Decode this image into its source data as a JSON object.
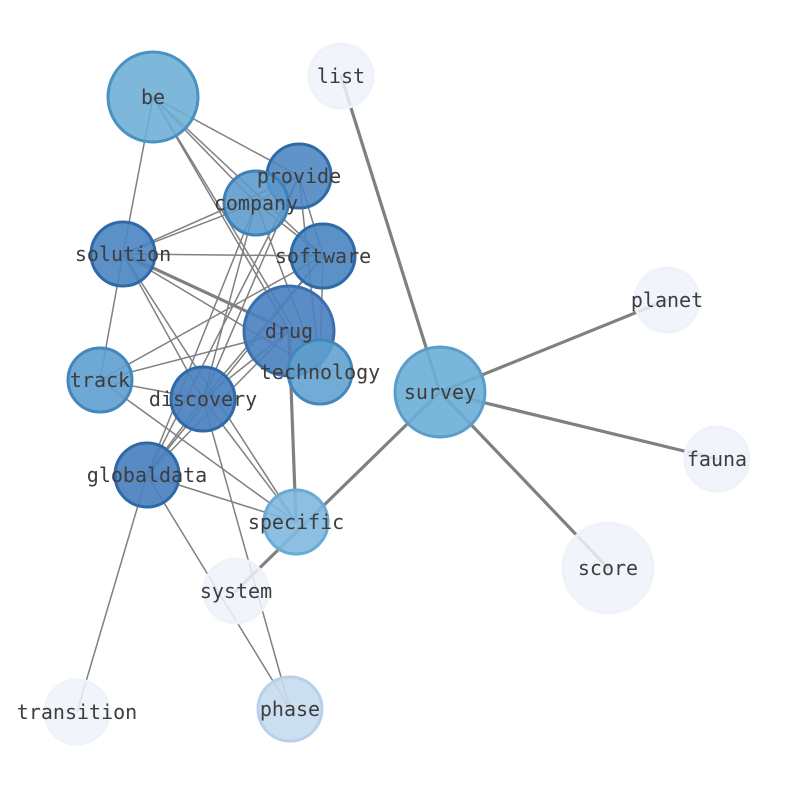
{
  "colors": {
    "edge": "#808080",
    "label": "#3d3d3d"
  },
  "nodes": [
    {
      "id": "be",
      "label": "be",
      "fill": "#6baed6",
      "stroke": "#4a92c2",
      "opacity": 0.88
    },
    {
      "id": "list",
      "label": "list",
      "fill": "#eef3fa",
      "stroke": "#eef3fa",
      "opacity": 0.85
    },
    {
      "id": "provide",
      "label": "provide",
      "fill": "#4a85c2",
      "stroke": "#2f6aa8",
      "opacity": 0.88
    },
    {
      "id": "company",
      "label": "company",
      "fill": "#5a9acb",
      "stroke": "#3f80b8",
      "opacity": 0.88
    },
    {
      "id": "solution",
      "label": "solution",
      "fill": "#4a85c2",
      "stroke": "#2f6aa8",
      "opacity": 0.9
    },
    {
      "id": "software",
      "label": "software",
      "fill": "#4a85c2",
      "stroke": "#2f6aa8",
      "opacity": 0.9
    },
    {
      "id": "planet",
      "label": "planet",
      "fill": "#eef3fa",
      "stroke": "#eef3fa",
      "opacity": 0.85
    },
    {
      "id": "drug",
      "label": "drug",
      "fill": "#4a80bf",
      "stroke": "#3a70ad",
      "opacity": 0.9
    },
    {
      "id": "technology",
      "label": "technology",
      "fill": "#5e9fcf",
      "stroke": "#4487bd",
      "opacity": 0.88
    },
    {
      "id": "track",
      "label": "track",
      "fill": "#5e9fcf",
      "stroke": "#4487bd",
      "opacity": 0.9
    },
    {
      "id": "survey",
      "label": "survey",
      "fill": "#6baed6",
      "stroke": "#5b9ecb",
      "opacity": 0.9
    },
    {
      "id": "discovery",
      "label": "discovery",
      "fill": "#4a80bf",
      "stroke": "#2f6aa8",
      "opacity": 0.92
    },
    {
      "id": "fauna",
      "label": "fauna",
      "fill": "#eef3fa",
      "stroke": "#eef3fa",
      "opacity": 0.85
    },
    {
      "id": "globaldata",
      "label": "globaldata",
      "fill": "#4a80bf",
      "stroke": "#2f6aa8",
      "opacity": 0.92
    },
    {
      "id": "specific",
      "label": "specific",
      "fill": "#7fb8de",
      "stroke": "#6aaad6",
      "opacity": 0.9
    },
    {
      "id": "score",
      "label": "score",
      "fill": "#eef3fa",
      "stroke": "#eef3fa",
      "opacity": 0.85
    },
    {
      "id": "system",
      "label": "system",
      "fill": "#eef3fa",
      "stroke": "#eef3fa",
      "opacity": 0.85
    },
    {
      "id": "transition",
      "label": "transition",
      "fill": "#eef3fa",
      "stroke": "#eef3fa",
      "opacity": 0.85
    },
    {
      "id": "phase",
      "label": "phase",
      "fill": "#c6dbef",
      "stroke": "#b8d1ea",
      "opacity": 0.9
    }
  ],
  "edges": [
    {
      "source": "be",
      "target": "provide",
      "weight": 1
    },
    {
      "source": "be",
      "target": "company",
      "weight": 1
    },
    {
      "source": "be",
      "target": "software",
      "weight": 1
    },
    {
      "source": "be",
      "target": "solution",
      "weight": 1
    },
    {
      "source": "be",
      "target": "technology",
      "weight": 1
    },
    {
      "source": "be",
      "target": "drug",
      "weight": 1
    },
    {
      "source": "provide",
      "target": "company",
      "weight": 1
    },
    {
      "source": "provide",
      "target": "software",
      "weight": 1
    },
    {
      "source": "provide",
      "target": "solution",
      "weight": 1
    },
    {
      "source": "provide",
      "target": "technology",
      "weight": 1
    },
    {
      "source": "provide",
      "target": "discovery",
      "weight": 1
    },
    {
      "source": "provide",
      "target": "globaldata",
      "weight": 1
    },
    {
      "source": "company",
      "target": "solution",
      "weight": 1
    },
    {
      "source": "company",
      "target": "software",
      "weight": 1
    },
    {
      "source": "company",
      "target": "technology",
      "weight": 1
    },
    {
      "source": "company",
      "target": "discovery",
      "weight": 1
    },
    {
      "source": "company",
      "target": "globaldata",
      "weight": 1
    },
    {
      "source": "solution",
      "target": "software",
      "weight": 1
    },
    {
      "source": "solution",
      "target": "drug",
      "weight": 2
    },
    {
      "source": "solution",
      "target": "technology",
      "weight": 1
    },
    {
      "source": "solution",
      "target": "track",
      "weight": 1
    },
    {
      "source": "solution",
      "target": "discovery",
      "weight": 1
    },
    {
      "source": "solution",
      "target": "specific",
      "weight": 1
    },
    {
      "source": "software",
      "target": "track",
      "weight": 1
    },
    {
      "source": "software",
      "target": "discovery",
      "weight": 1
    },
    {
      "source": "software",
      "target": "globaldata",
      "weight": 1
    },
    {
      "source": "software",
      "target": "technology",
      "weight": 1
    },
    {
      "source": "drug",
      "target": "discovery",
      "weight": 1
    },
    {
      "source": "drug",
      "target": "track",
      "weight": 1
    },
    {
      "source": "drug",
      "target": "globaldata",
      "weight": 1
    },
    {
      "source": "drug",
      "target": "specific",
      "weight": 2
    },
    {
      "source": "track",
      "target": "discovery",
      "weight": 1
    },
    {
      "source": "track",
      "target": "specific",
      "weight": 1
    },
    {
      "source": "discovery",
      "target": "globaldata",
      "weight": 1
    },
    {
      "source": "discovery",
      "target": "specific",
      "weight": 1
    },
    {
      "source": "discovery",
      "target": "phase",
      "weight": 1
    },
    {
      "source": "globaldata",
      "target": "specific",
      "weight": 1
    },
    {
      "source": "globaldata",
      "target": "phase",
      "weight": 1
    },
    {
      "source": "globaldata",
      "target": "transition",
      "weight": 1
    },
    {
      "source": "survey",
      "target": "list",
      "weight": 2
    },
    {
      "source": "survey",
      "target": "planet",
      "weight": 2
    },
    {
      "source": "survey",
      "target": "fauna",
      "weight": 2
    },
    {
      "source": "survey",
      "target": "score",
      "weight": 2
    },
    {
      "source": "survey",
      "target": "system",
      "weight": 2
    }
  ]
}
